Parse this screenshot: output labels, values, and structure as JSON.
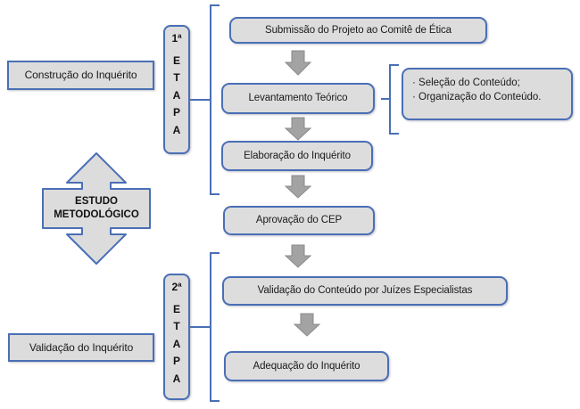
{
  "diagram": {
    "title": "Estudo Metodológico - Fluxograma de Etapas",
    "colors": {
      "box_fill": "#dddddd",
      "box_border": "#4a6fb5",
      "arrow_fill": "#a6a6a6",
      "arrow_border": "#7f7f7f",
      "bracket": "#4a6fb5",
      "text": "#1a1a1a",
      "background": "#ffffff"
    },
    "center_node": {
      "name": "estudo-metodologico",
      "shape": "double-headed-vertical-arrow",
      "line1": "ESTUDO",
      "line2": "METODOLÓGICO"
    },
    "left_labels": [
      {
        "id": "construcao-inquerito",
        "text": "Construção do Inquérito"
      },
      {
        "id": "validacao-inquerito",
        "text": "Validação do Inquérito"
      }
    ],
    "stages": [
      {
        "id": "etapa-1",
        "number": "1ª",
        "word": "ETAPA",
        "letters": [
          "E",
          "T",
          "A",
          "P",
          "A"
        ]
      },
      {
        "id": "etapa-2",
        "number": "2ª",
        "word": "ETAPA",
        "letters": [
          "E",
          "T",
          "A",
          "P",
          "A"
        ]
      }
    ],
    "steps": [
      {
        "id": "step-submissao",
        "text": "Submissão do Projeto ao Comitê de Ética",
        "stage": "1ª ETAPA"
      },
      {
        "id": "step-levantamento",
        "text": "Levantamento Teórico",
        "stage": "1ª ETAPA"
      },
      {
        "id": "step-elaboracao",
        "text": "Elaboração do Inquérito",
        "stage": "1ª ETAPA"
      },
      {
        "id": "step-aprovacao",
        "text": "Aprovação do CEP",
        "stage": ""
      },
      {
        "id": "step-validacao-conteudo",
        "text": "Validação do Conteúdo por Juízes Especialistas",
        "stage": "2ª ETAPA"
      },
      {
        "id": "step-adequacao",
        "text": "Adequação do Inquérito",
        "stage": "2ª ETAPA"
      }
    ],
    "detail_box": {
      "id": "detalhe-levantamento",
      "items": [
        "· Seleção do Conteúdo;",
        "· Organização do Conteúdo."
      ]
    },
    "flow_arrows": [
      {
        "from": "step-submissao",
        "to": "step-levantamento"
      },
      {
        "from": "step-levantamento",
        "to": "step-elaboracao"
      },
      {
        "from": "step-elaboracao",
        "to": "step-aprovacao"
      },
      {
        "from": "step-aprovacao",
        "to": "step-validacao-conteudo"
      },
      {
        "from": "step-validacao-conteudo",
        "to": "step-adequacao"
      }
    ]
  }
}
